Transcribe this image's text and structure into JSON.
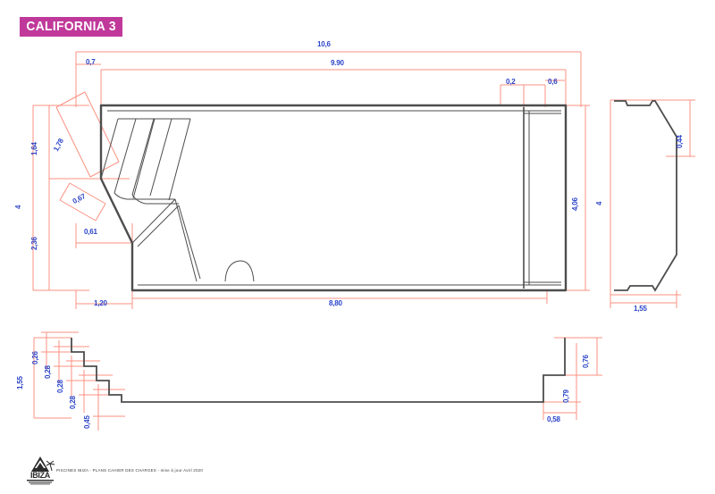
{
  "document": {
    "title": "CALIFORNIA 3",
    "title_badge_color": "#c0399a",
    "dimension_line_color": "#fb9080",
    "dimension_text_color": "#2a43c8",
    "outline_color": "#4d4d4d",
    "background_color": "#ffffff"
  },
  "footer": {
    "logo_text": "IBIZA",
    "caption": "PISCINES IBIZA - PLANS CAHIER DES CHARGES  -  mise à jour Avril 2020"
  },
  "views": {
    "plan": {
      "name": "plan-view",
      "dimensions": {
        "overall_length": "10,6",
        "inner_length": "9.90",
        "step_offset_top": "0,7",
        "step_diagonal": "1,78",
        "left_upper_height": "1,64",
        "left_lower_height": "2,36",
        "overall_width_left": "4",
        "corner_diagonal": "0,67",
        "corner_offset": "0,61",
        "bottom_left_offset": "1,20",
        "bottom_length": "8,80",
        "right_ledge_inner": "0,2",
        "right_ledge_outer": "0,6",
        "inner_width_right": "4,06"
      }
    },
    "end_section": {
      "name": "end-section-view",
      "dimensions": {
        "total_height": "4",
        "chamfer": "0,44",
        "base_width": "1,55"
      }
    },
    "longitudinal_section": {
      "name": "longitudinal-section-view",
      "dimensions": {
        "total_depth_left": "1,55",
        "step_1": "0,26",
        "step_2": "0,28",
        "step_3": "0,28",
        "step_4": "0,28",
        "step_5": "0,45",
        "right_top": "0,76",
        "right_mid": "0,79",
        "right_bottom": "0,58"
      }
    }
  }
}
